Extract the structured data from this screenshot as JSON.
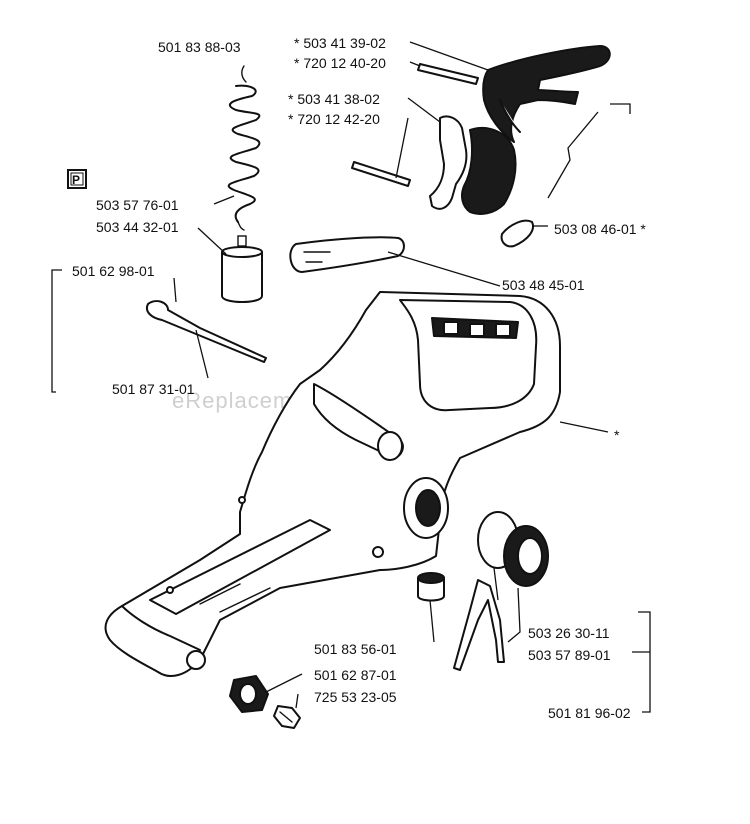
{
  "parts": {
    "p_501_83_88_03": "501 83 88-03",
    "p_503_41_39_02": "* 503 41 39-02",
    "p_720_12_40_20": "* 720 12 40-20",
    "p_503_41_38_02": "* 503 41 38-02",
    "p_720_12_42_20": "* 720 12 42-20",
    "p_503_57_76_01": "503 57 76-01",
    "p_503_44_32_01": "503 44 32-01",
    "p_501_62_98_01": "501 62 98-01",
    "p_503_08_46_01": "503 08 46-01 *",
    "p_503_48_45_01": "503 48 45-01",
    "p_501_87_31_01": "501 87 31-01",
    "p_housing_star": "*",
    "p_501_83_56_01": "501 83 56-01",
    "p_501_62_87_01": "501 62 87-01",
    "p_725_53_23_05": "725 53 23-05",
    "p_503_26_30_11": "503 26 30-11",
    "p_503_57_89_01": "503 57 89-01",
    "p_501_81_96_02": "501 81 96-02"
  },
  "badge": "P",
  "watermark": "eReplacementParts.com",
  "colors": {
    "ink": "#111111",
    "paper": "#ffffff",
    "watermark": "#cfcfcf"
  }
}
